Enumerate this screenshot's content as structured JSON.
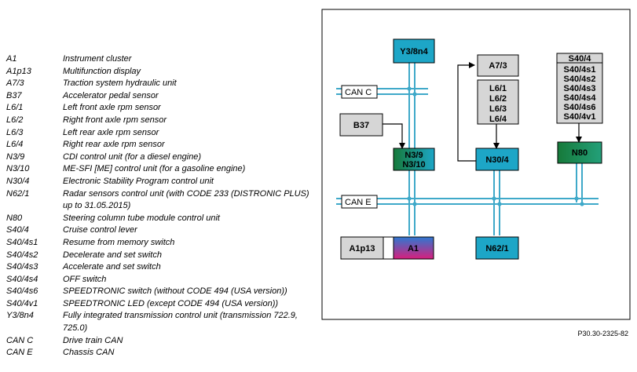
{
  "legend": [
    {
      "code": "A1",
      "desc": "Instrument cluster"
    },
    {
      "code": "A1p13",
      "desc": "Multifunction display"
    },
    {
      "code": "A7/3",
      "desc": "Traction system hydraulic unit"
    },
    {
      "code": "B37",
      "desc": "Accelerator pedal sensor"
    },
    {
      "code": "L6/1",
      "desc": "Left front axle rpm sensor"
    },
    {
      "code": "L6/2",
      "desc": "Right front axle rpm sensor"
    },
    {
      "code": "L6/3",
      "desc": "Left rear axle rpm sensor"
    },
    {
      "code": "L6/4",
      "desc": "Right rear axle rpm sensor"
    },
    {
      "code": "N3/9",
      "desc": "CDI control unit (for a diesel engine)"
    },
    {
      "code": "N3/10",
      "desc": "ME-SFI [ME] control unit (for a gasoline engine)"
    },
    {
      "code": "N30/4",
      "desc": "Electronic Stability Program control unit"
    },
    {
      "code": "N62/1",
      "desc": "Radar sensors control unit (with CODE 233 (DISTRONIC PLUS) up to 31.05.2015)"
    },
    {
      "code": "N80",
      "desc": "Steering column tube module control unit"
    },
    {
      "code": "S40/4",
      "desc": "Cruise control lever"
    },
    {
      "code": "S40/4s1",
      "desc": "Resume from memory switch"
    },
    {
      "code": "S40/4s2",
      "desc": "Decelerate and set switch"
    },
    {
      "code": "S40/4s3",
      "desc": "Accelerate and set switch"
    },
    {
      "code": "S40/4s4",
      "desc": "OFF switch"
    },
    {
      "code": "S40/4s6",
      "desc": "SPEEDTRONIC switch (without CODE 494 (USA version))"
    },
    {
      "code": "S40/4v1",
      "desc": "SPEEDTRONIC LED (except CODE 494 (USA version))"
    },
    {
      "code": "Y3/8n4",
      "desc": "Fully integrated transmission control unit (transmission 722.9, 725.0)"
    },
    {
      "code": "CAN C",
      "desc": "Drive train CAN"
    },
    {
      "code": "CAN E",
      "desc": "Chassis CAN"
    }
  ],
  "diagram": {
    "can_c_label": "CAN C",
    "can_e_label": "CAN E",
    "boxes": {
      "y38n4": "Y3/8n4",
      "a73": "A7/3",
      "s404": [
        "S40/4",
        "S40/4s1",
        "S40/4s2",
        "S40/4s3",
        "S40/4s4",
        "S40/4s6",
        "S40/4v1"
      ],
      "l6": [
        "L6/1",
        "L6/2",
        "L6/3",
        "L6/4"
      ],
      "b37": "B37",
      "n39": [
        "N3/9",
        "N3/10"
      ],
      "n304": "N30/4",
      "n80": "N80",
      "a1p13": "A1p13",
      "a1": "A1",
      "n621": "N62/1"
    },
    "colors": {
      "can_line": "#3fa9c9",
      "cyan_box": "#1da6c7",
      "green_box": "#167a3a",
      "gray_box": "#d6d6d6",
      "a1_top": "#2e78d1",
      "a1_bottom": "#d81e7c"
    }
  },
  "figure_ref": "P30.30-2325-82"
}
